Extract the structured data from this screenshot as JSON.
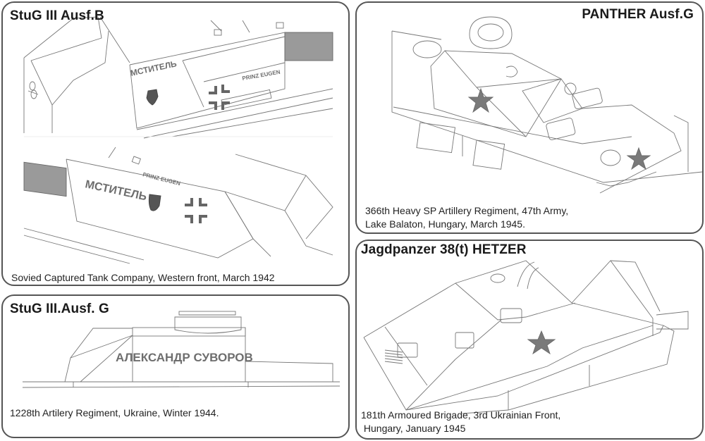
{
  "panels": [
    {
      "id": "stug-b",
      "title": "StuG III Ausf.B",
      "caption_lines": [
        "Sovied Captured Tank Company, Western front, March 1942"
      ],
      "markings": {
        "name_text": "МСТИТЕЛЬ",
        "secondary_text": "PRINZ EUGEN",
        "emblem": "shield-with-bear",
        "cross": "balkenkreuz"
      }
    },
    {
      "id": "panther-g",
      "title": "PANTHER Ausf.G",
      "caption_lines": [
        "366th Heavy SP Artillery Regiment, 47th Army,",
        "Lake Balaton, Hungary, March 1945."
      ],
      "markings": {
        "emblem": "red-star",
        "star_count": 2,
        "star_color": "#7a7a7a"
      }
    },
    {
      "id": "stug-g",
      "title": "StuG III.Ausf. G",
      "caption_lines": [
        "1228th Artilery Regiment, Ukraine, Winter 1944."
      ],
      "markings": {
        "name_text": "АЛЕКСАНДР СУВОРОВ"
      }
    },
    {
      "id": "hetzer",
      "title": "Jagdpanzer 38(t) HETZER",
      "caption_lines": [
        "181th Armoured Brigade, 3rd Ukrainian Front,",
        " Hungary, January 1945"
      ],
      "markings": {
        "emblem": "red-star",
        "star_count": 1,
        "star_color": "#7a7a7a"
      }
    }
  ],
  "colors": {
    "border": "#555555",
    "linework": "#777777",
    "marking": "#6e6e6e",
    "background": "#ffffff"
  }
}
